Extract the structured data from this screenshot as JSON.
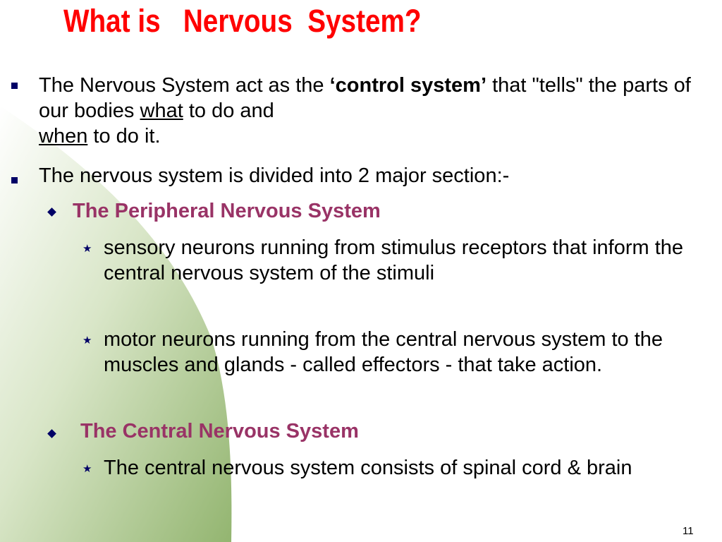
{
  "slide": {
    "title": "What is   Nervous  System?",
    "bullet1": {
      "text_a": "The Nervous System act as  the ",
      "text_bold": "‘control system’",
      "text_b": " that  \"tells\" the parts of our bodies ",
      "text_what": "what",
      "text_c": " to do and ",
      "text_when": "when",
      "text_d": " to do it."
    },
    "bullet2": "The nervous system is divided into 2 major  section:-",
    "peripheral": {
      "heading": "The Peripheral Nervous System",
      "items": [
        "sensory neurons running from stimulus receptors that inform the central nervous system  of the stimuli",
        "motor neurons running from the central nervous system to the muscles and glands - called effectors - that take action."
      ]
    },
    "central": {
      "heading": "The Central Nervous System",
      "items": [
        "The central nervous system consists of spinal cord & brain"
      ]
    },
    "page_number": "11",
    "colors": {
      "title": "#ff0000",
      "subheading": "#993366",
      "bullet_marker": "#000066",
      "background_accent": "#9aba78"
    }
  }
}
